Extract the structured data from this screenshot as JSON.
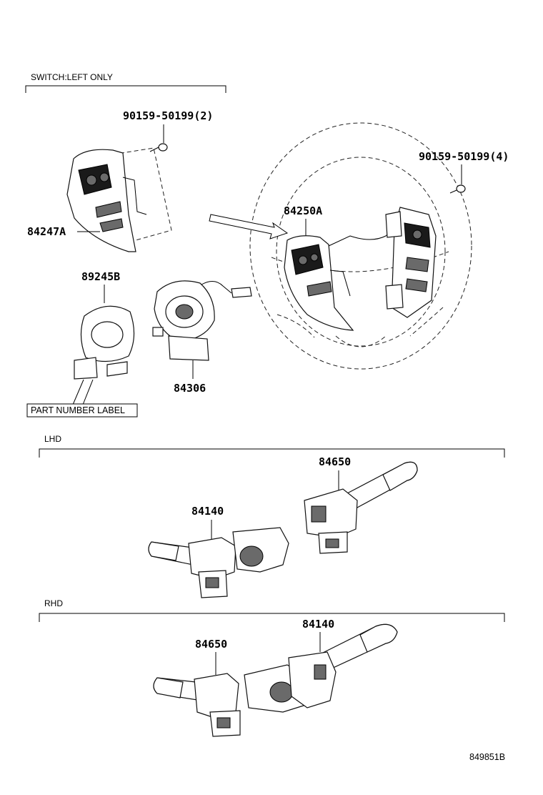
{
  "sections": {
    "switch_left": "SWITCH:LEFT ONLY",
    "lhd": "LHD",
    "rhd": "RHD"
  },
  "callouts": {
    "screw_2": "90159-50199(2)",
    "screw_4": "90159-50199(4)",
    "switch_84247A": "84247A",
    "switch_84250A": "84250A",
    "cover_89245B": "89245B",
    "clock_84306": "84306",
    "lhd_84140": "84140",
    "lhd_84650": "84650",
    "rhd_84140": "84140",
    "rhd_84650": "84650"
  },
  "label_box": "PART NUMBER LABEL",
  "diagram_id": "849851B"
}
